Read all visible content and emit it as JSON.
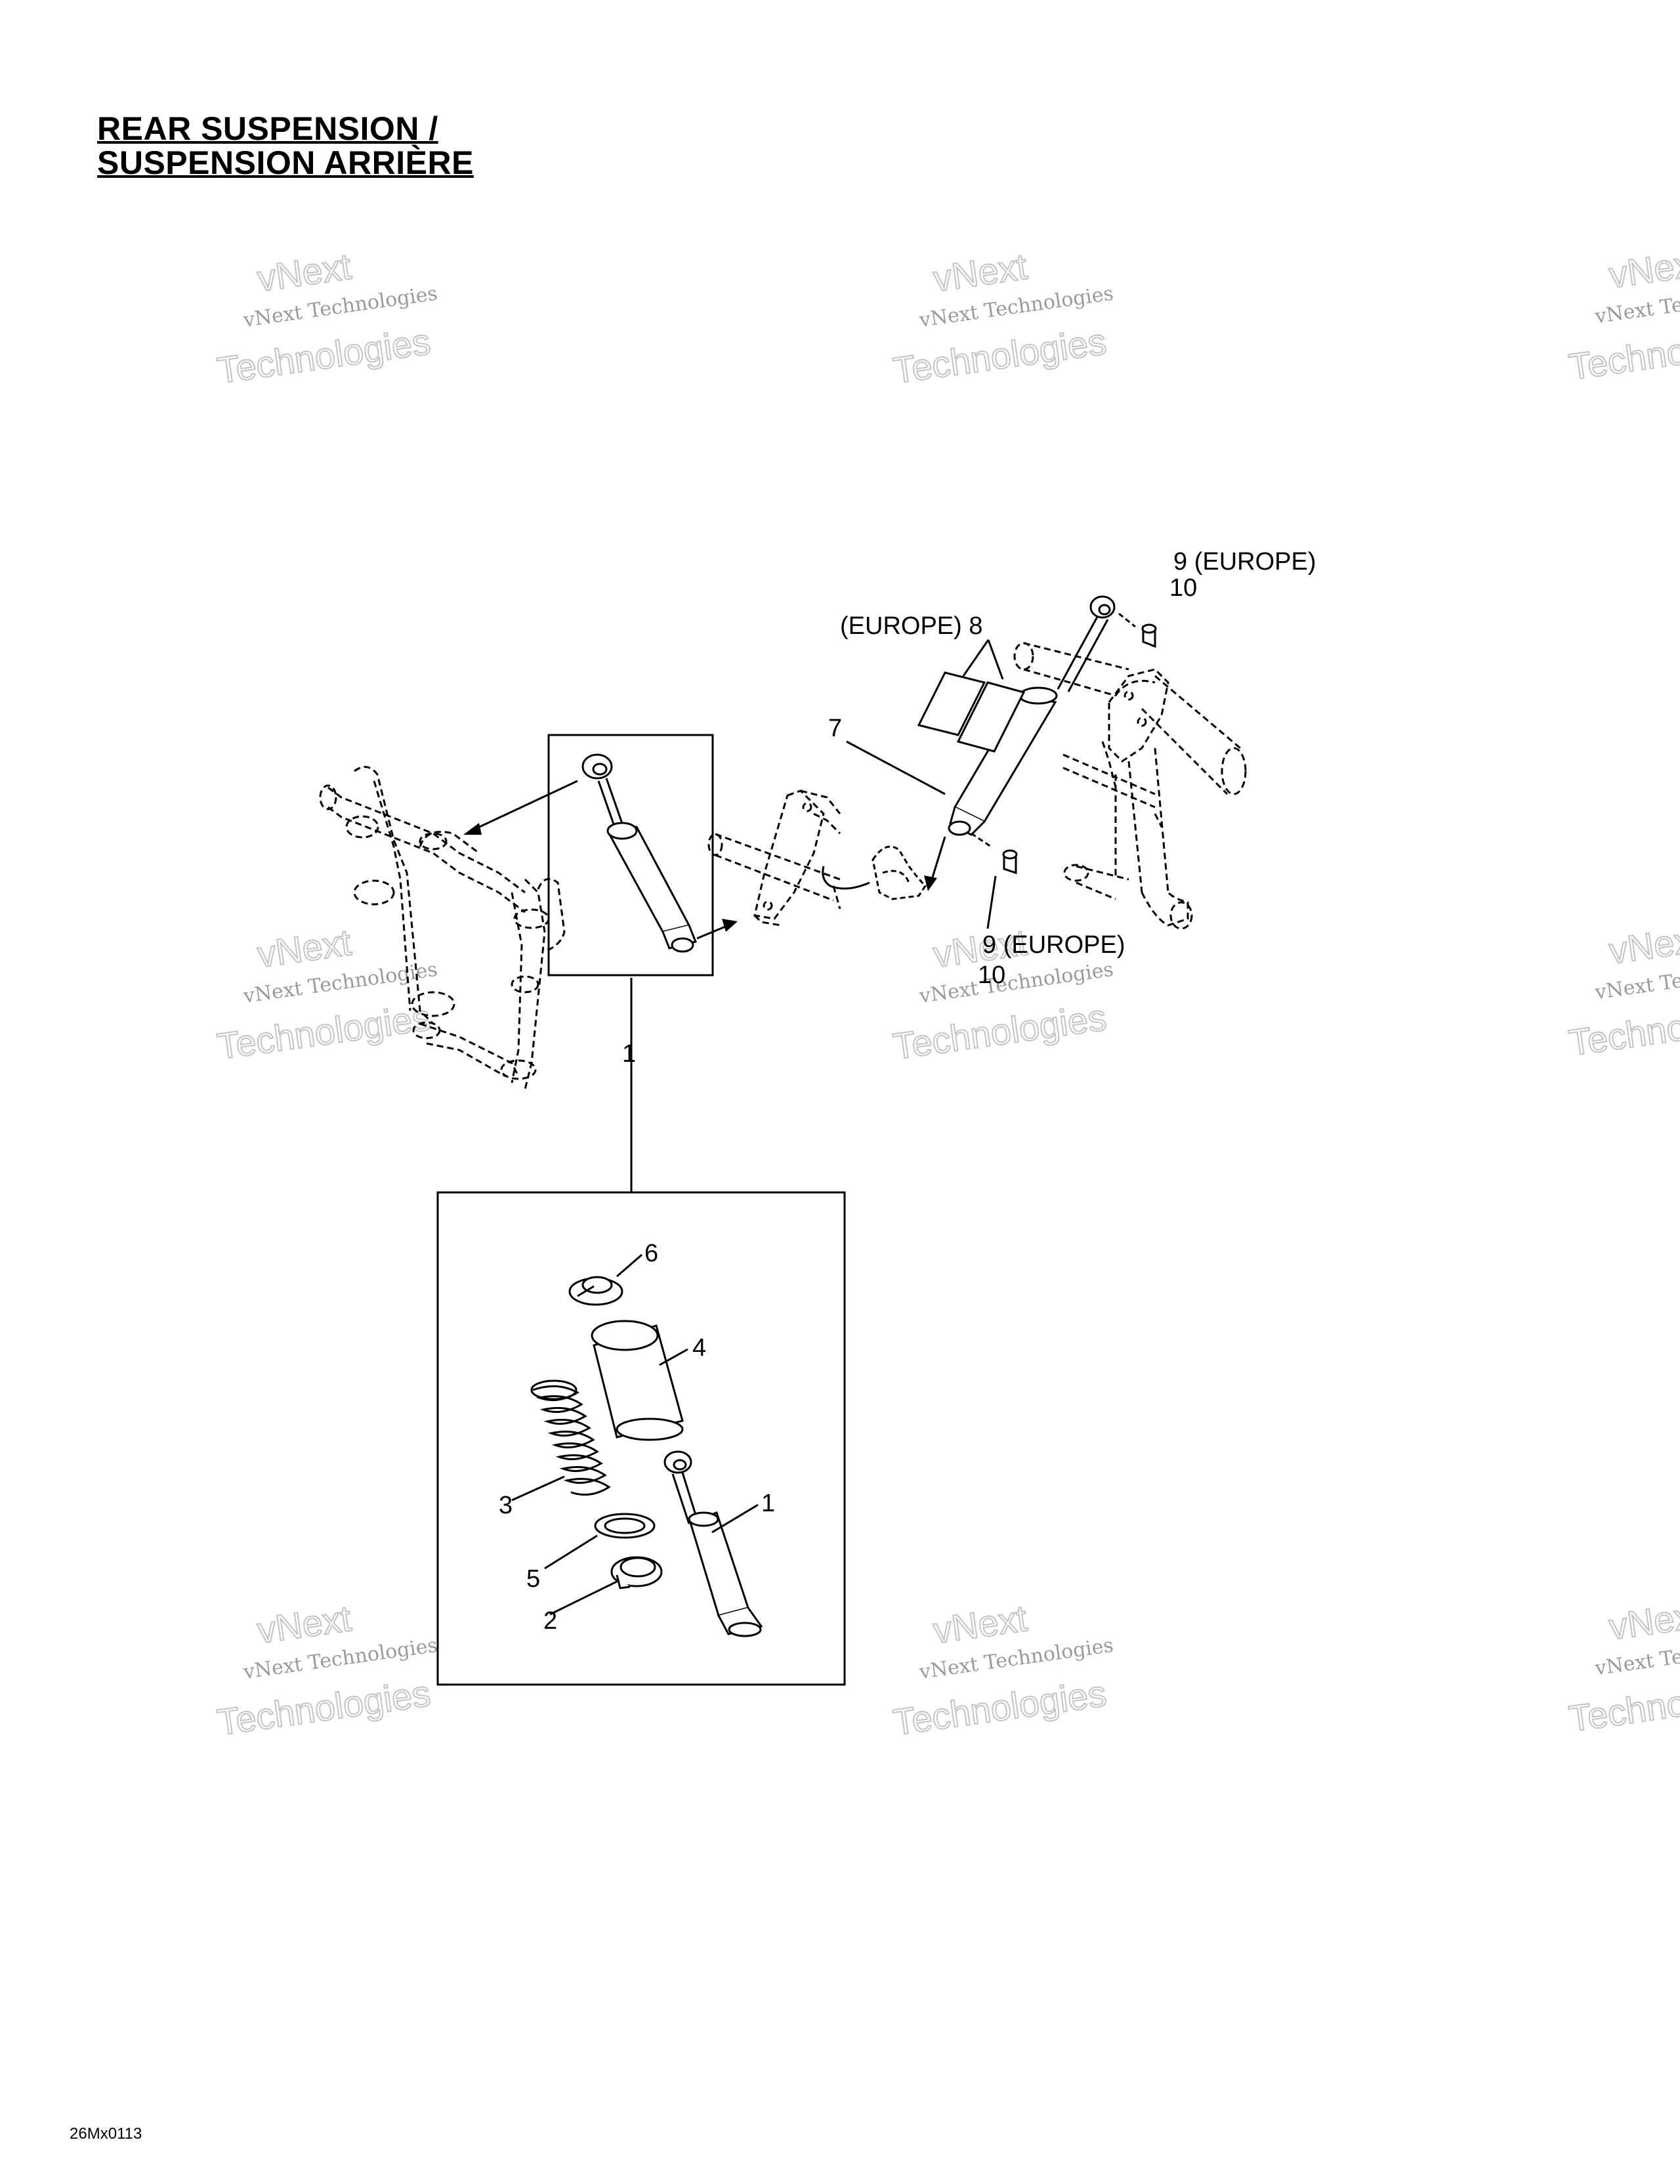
{
  "header": {
    "title_en": "REAR SUSPENSION /",
    "title_fr": "SUSPENSION ARRIÈRE"
  },
  "watermark": {
    "line1": "vNext Technologies",
    "line2": "vNext",
    "line3": "Technologies"
  },
  "callouts": {
    "c1_top": "1",
    "c9_europe_top": "9 (EUROPE)",
    "c10_top": "10",
    "c8_europe": "(EUROPE) 8",
    "c7": "7",
    "c9_europe_bottom": "9 (EUROPE)",
    "c10_bottom": "10",
    "c6": "6",
    "c4": "4",
    "c3": "3",
    "c1_detail": "1",
    "c5": "5",
    "c2": "2"
  },
  "footer": {
    "drawing_code": "26Mx0113"
  }
}
